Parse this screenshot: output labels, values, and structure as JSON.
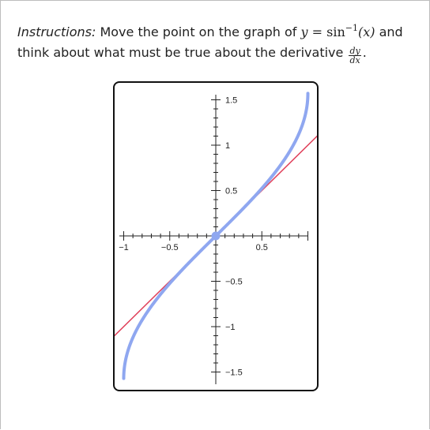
{
  "instructions": {
    "label": "Instructions:",
    "text_before": "Move the point on the graph of",
    "eq_y": "y",
    "eq_equals": " = ",
    "eq_func": "sin",
    "eq_exp": "−1",
    "eq_arg": "(x)",
    "text_after": "and think about what must be true about the derivative",
    "frac_num": "dy",
    "frac_den": "dx",
    "period": "."
  },
  "graph": {
    "curve_color": "#8fa7f0",
    "tangent_color": "#e0405a",
    "point_color": "#8fa7f0",
    "point": {
      "x": 0,
      "y": 0
    },
    "xlim": [
      -1.1,
      1.1
    ],
    "ylim": [
      -1.6,
      1.6
    ],
    "x_tick_labels": [
      {
        "value": -1,
        "label": "−1"
      },
      {
        "value": -0.5,
        "label": "−0.5"
      },
      {
        "value": 0.5,
        "label": "0.5"
      }
    ],
    "y_tick_labels": [
      {
        "value": 1.5,
        "label": "1.5"
      },
      {
        "value": 1,
        "label": "1"
      },
      {
        "value": 0.5,
        "label": "0.5"
      },
      {
        "value": -0.5,
        "label": "−0.5"
      },
      {
        "value": -1,
        "label": "−1"
      },
      {
        "value": -1.5,
        "label": "−1.5"
      }
    ]
  }
}
